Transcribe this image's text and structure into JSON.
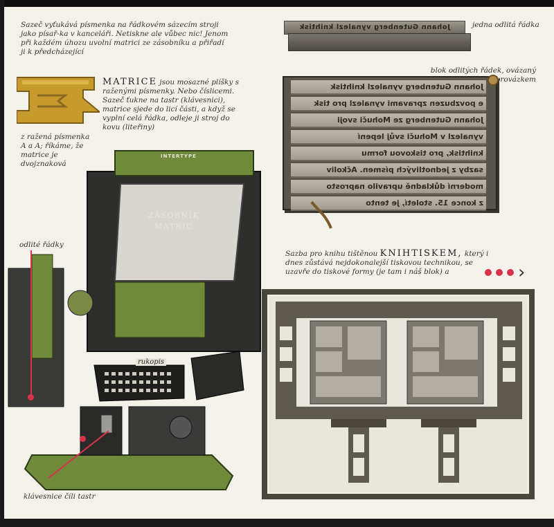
{
  "intro_text": "Sazeč vyťukává písmenka na řádkovém sázecím stroji jako písař-ka v kanceláři. Netiskne ale vůbec nic! Jenom při každém úhozu uvolní matrici ze zásobníku a přiřadí ji k předcházející",
  "slug": {
    "caption": "jedna odlitá řádka",
    "text": "Johann Gutenberg vynalezl knihtisk"
  },
  "block": {
    "caption": "blok odlitých řádek, ovázaný prozatímně provázkem",
    "lines": [
      "Johann Gutenberg vynalezl knihtisk",
      "e povzbuzen zpravami vynalezl pro tisk",
      "Johann Gutenberg ze Mohuči svoji",
      "vynalezl v Mohuči svůj lepení",
      "knihtisk, pro tiskovou formu",
      "sazby z jednotlivých písmen. Ačkoliv",
      "moderní důkladně upravilo naprosto",
      "z konce 15. století, je tento"
    ]
  },
  "matrice": {
    "word": "MATRICE",
    "text": "jsou mosazné plíšky s raženými písmenky. Nebo číslicemi. Sazeč ťukne na tastr (klávesnici), matrice sjede do licí části, a když se vyplní celá řádka, odleje ji stroj do kovu (liteřiny)",
    "side_text": "z ražená písmenka A a A; říkáme, že matrice je dvojznaková"
  },
  "machine": {
    "brand": "INTERTYPE",
    "zasobnik_label": "ZÁSOBNÍK\nMATRIC",
    "rukopis_label": "rukopis",
    "odlite_label": "odlité řádky",
    "tastr_label": "klávesnice čili tastr"
  },
  "knihtisk": {
    "text_before": "Sazba pro knihu tištěnou",
    "word": "KNIHTISKEM,",
    "text_after": "který i dnes zůstává nejdokonalejší tiskovou technikou, se uzavře do tiskové formy (je tam i náš blok) a"
  },
  "next_indicator": "•••",
  "next_arrow": "›",
  "colors": {
    "accent": "#d8334a",
    "machine_green": "#6f8a3a",
    "brass": "#c79a2e",
    "metal": "#8e8a82",
    "paper": "#f4f1ea"
  }
}
